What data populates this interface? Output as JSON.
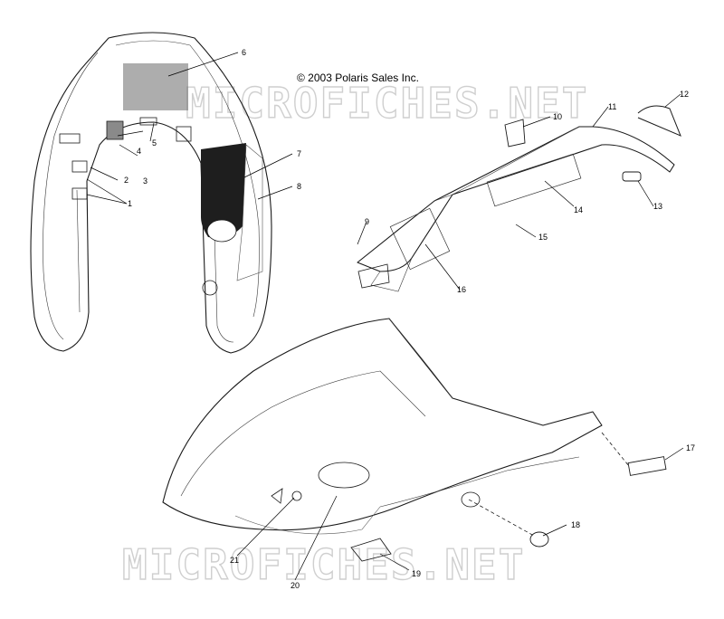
{
  "copyright": "© 2003 Polaris Sales Inc.",
  "watermark": "MICROFICHES.NET",
  "callouts": [
    "1",
    "2",
    "3",
    "4",
    "5",
    "6",
    "7",
    "8",
    "9",
    "10",
    "11",
    "12",
    "13",
    "14",
    "15",
    "16",
    "17",
    "18",
    "19",
    "20",
    "21"
  ]
}
